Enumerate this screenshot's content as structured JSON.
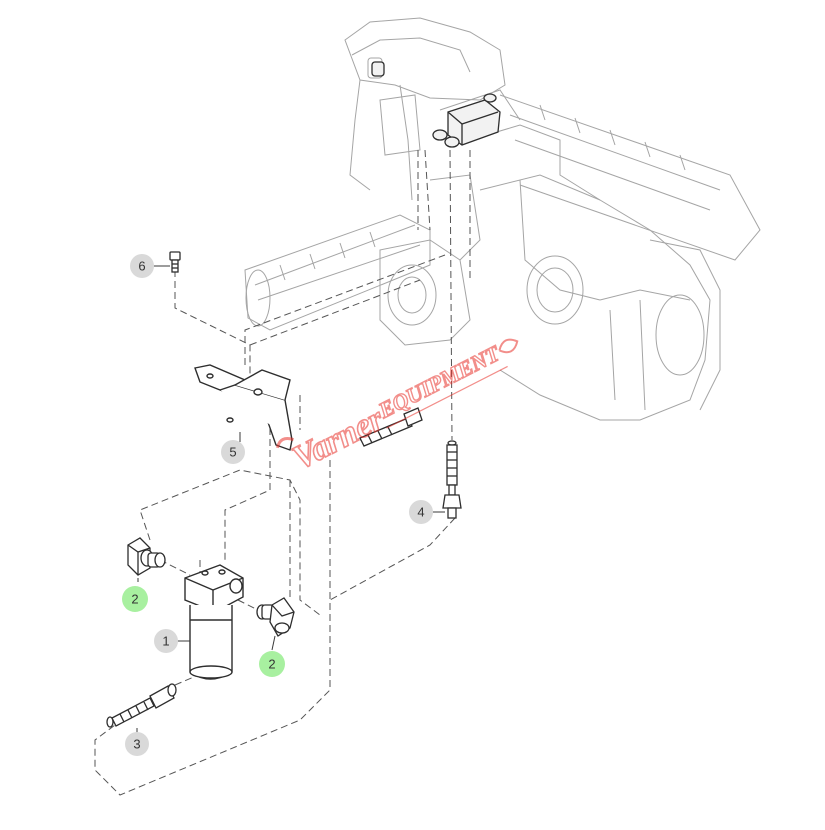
{
  "diagram": {
    "callouts": [
      {
        "id": "1",
        "label": "1",
        "highlight": false
      },
      {
        "id": "2a",
        "label": "2",
        "highlight": true
      },
      {
        "id": "2b",
        "label": "2",
        "highlight": true
      },
      {
        "id": "3",
        "label": "3",
        "highlight": false
      },
      {
        "id": "4",
        "label": "4",
        "highlight": false
      },
      {
        "id": "5",
        "label": "5",
        "highlight": false
      },
      {
        "id": "6",
        "label": "6",
        "highlight": false
      }
    ],
    "watermark": {
      "text": "Varner Equipment",
      "color": "#e8322b"
    },
    "colors": {
      "line": "#3a3a3a",
      "faint": "#9a9a9a",
      "callout_fill": "#d9d9d9",
      "callout_highlight": "#a8f0a0"
    }
  }
}
